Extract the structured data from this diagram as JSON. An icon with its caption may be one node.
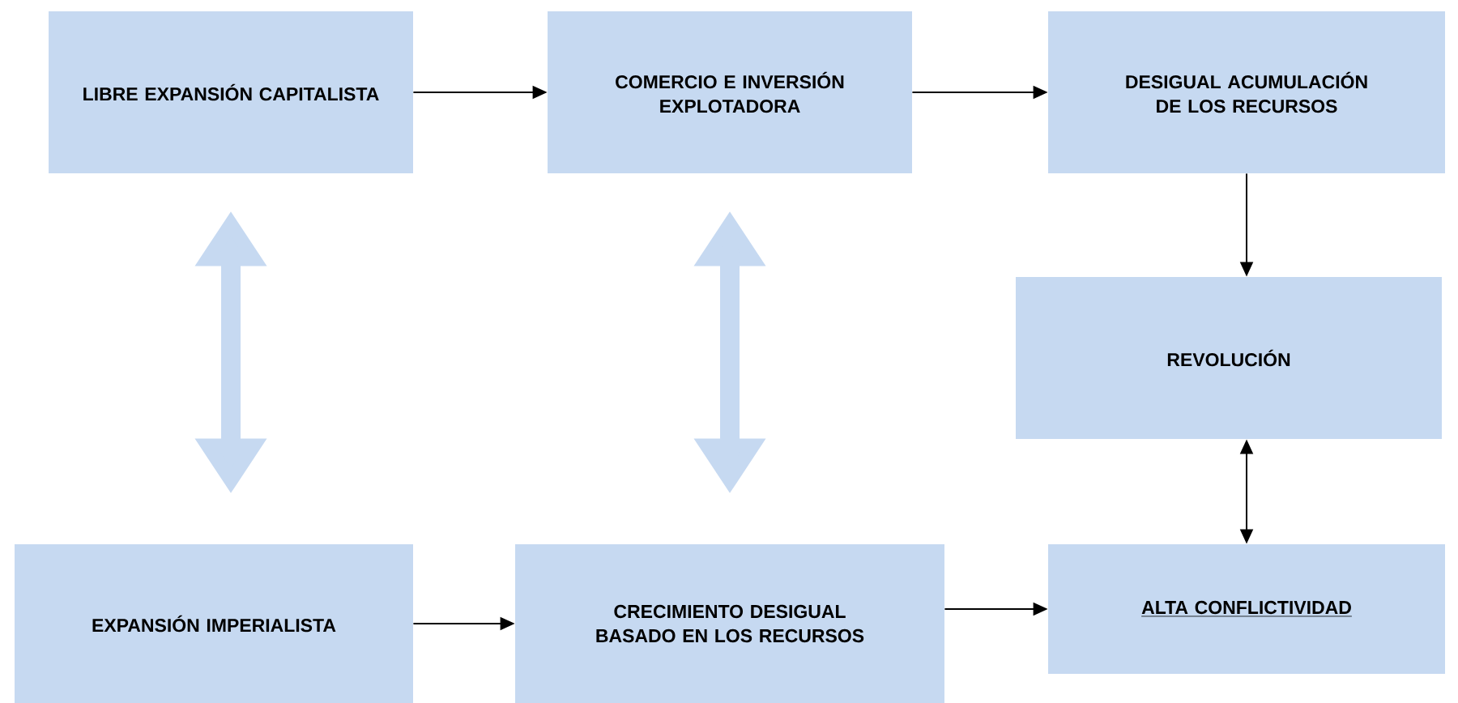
{
  "diagram": {
    "nodes": [
      {
        "text": [
          "LIBRE EXPANSIÓN CAPITALISTA"
        ]
      },
      {
        "text": [
          "COMERCIO E INVERSIÓN EXPLOTADORA"
        ]
      },
      {
        "text": [
          "DESIGUAL ACUMULACIÓN DE LOS RECURSOS"
        ]
      },
      {
        "text": [
          "REVOLUCIÓN"
        ]
      },
      {
        "text": [
          "EXPANSIÓN IMPERIALISTA"
        ]
      },
      {
        "text": [
          "CRECIMIENTO DESIGUAL BASADO EN LOS RECURSOS"
        ]
      },
      {
        "text": [
          "ALTA CONFLICTIVIDAD"
        ]
      }
    ],
    "edges": [
      {
        "from": 0,
        "to": 1,
        "arrow": "to"
      },
      {
        "from": 1,
        "to": 2,
        "arrow": "to"
      },
      {
        "from": 2,
        "to": 3,
        "arrow": "to"
      },
      {
        "from": 3,
        "to": 6,
        "arrow": "both"
      },
      {
        "from": 4,
        "to": 5,
        "arrow": "to"
      },
      {
        "from": 5,
        "to": 6,
        "arrow": "to"
      },
      {
        "from": 0,
        "to": 4,
        "arrow": "both",
        "style": "thick",
        "color": "#c6d9f1"
      },
      {
        "from": 1,
        "to": 5,
        "arrow": "both",
        "style": "thick",
        "color": "#c6d9f1"
      }
    ]
  }
}
